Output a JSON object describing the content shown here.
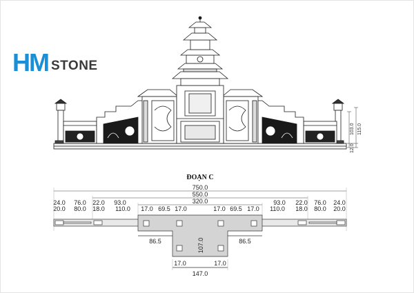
{
  "logo": {
    "brand": "HM",
    "suffix": "STONE",
    "brand_color": "#1a8fd6"
  },
  "elevation": {
    "heights": [
      "103.0",
      "115.0",
      "12.0"
    ]
  },
  "plan": {
    "title": "ĐOẠN C",
    "overall": [
      "750.0",
      "550.0",
      "320.0"
    ],
    "left_top": [
      "24.0",
      "76.0",
      "22.0",
      "93.0"
    ],
    "left_bottom": [
      "20.0",
      "80.0",
      "18.0",
      "110.0"
    ],
    "right_top": [
      "93.0",
      "22.0",
      "76.0",
      "24.0"
    ],
    "right_bottom": [
      "110.0",
      "18.0",
      "80.0",
      "20.0"
    ],
    "center_row": [
      "17.0",
      "69.5",
      "17.0",
      "17.0",
      "69.5",
      "17.0"
    ],
    "side_left": "86.5",
    "side_right": "86.5",
    "depth": "107.0",
    "bottom_left": "17.0",
    "bottom_right": "17.0",
    "bottom_total": "147.0"
  }
}
